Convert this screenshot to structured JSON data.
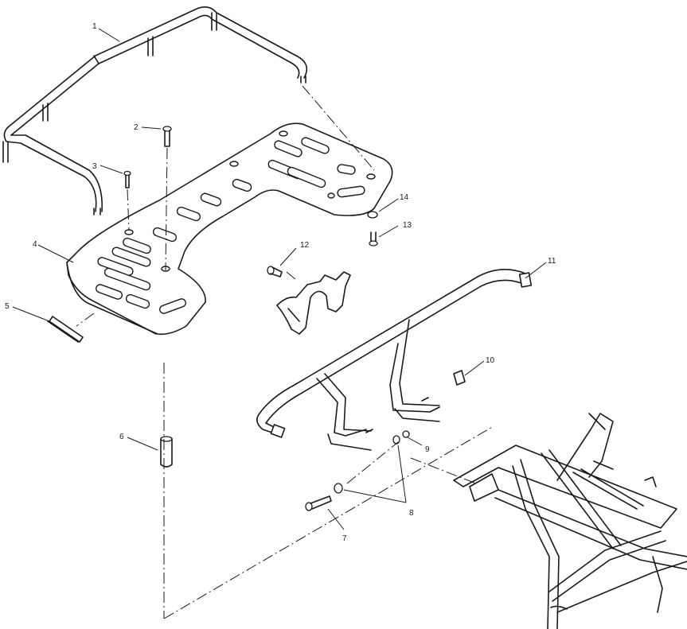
{
  "callouts": {
    "c1": "1",
    "c2": "2",
    "c3": "3",
    "c4": "4",
    "c5": "5",
    "c6": "6",
    "c7": "7",
    "c8": "8",
    "c9": "9",
    "c10": "10",
    "c11": "11",
    "c12": "12",
    "c13": "13",
    "c14": "14"
  }
}
